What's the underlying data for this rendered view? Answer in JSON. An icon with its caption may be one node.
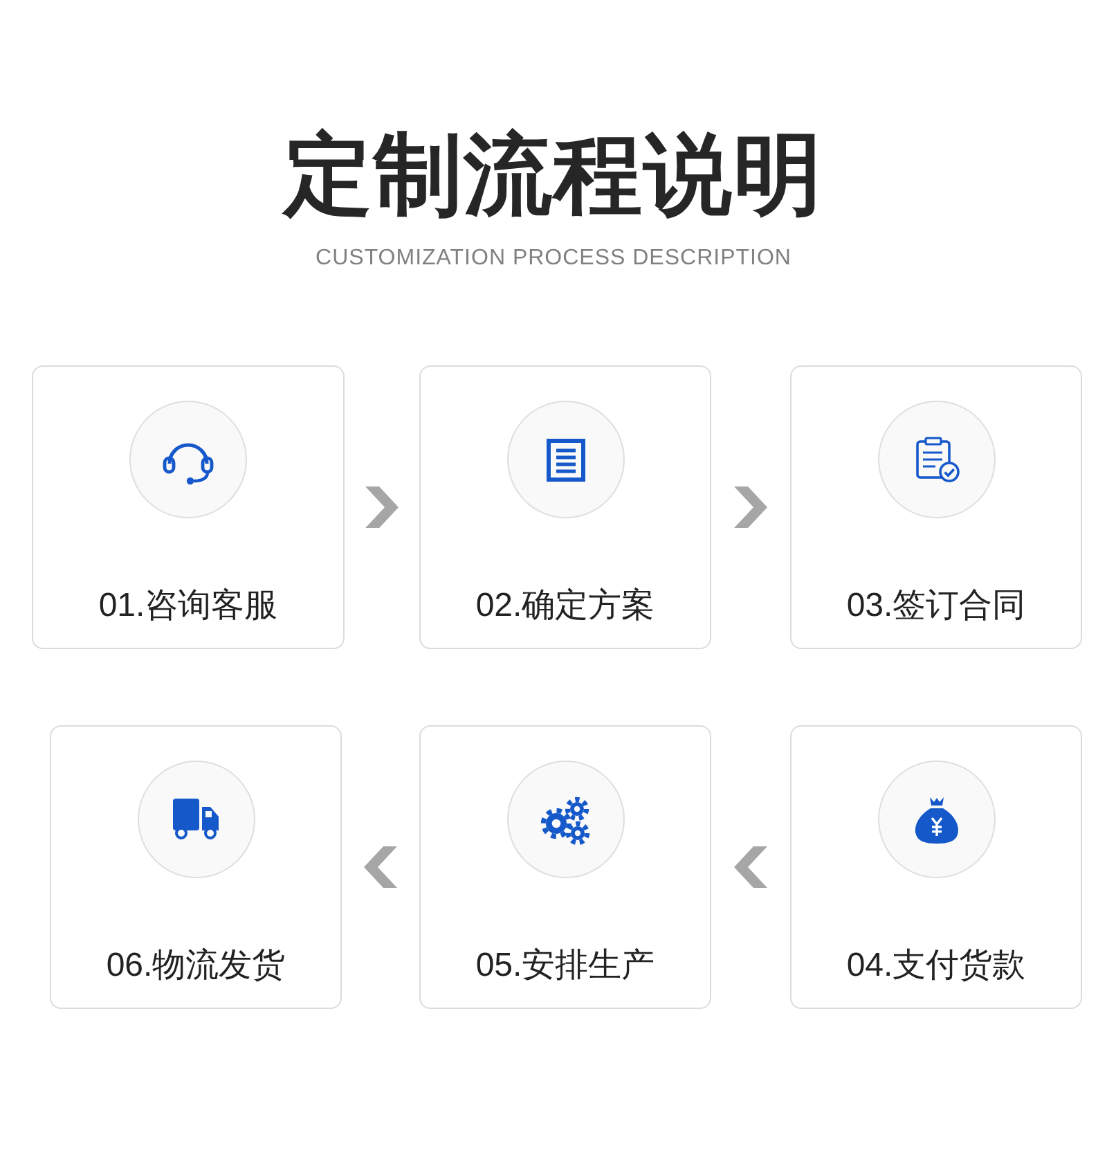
{
  "diagram": {
    "title": "定制流程说明",
    "nodes": [
      {
        "text": [
          "01.咨询客服"
        ]
      },
      {
        "text": [
          "02.确定方案"
        ]
      },
      {
        "text": [
          "03.签订合同"
        ]
      },
      {
        "text": [
          "06.物流发货"
        ]
      },
      {
        "text": [
          "05.安排生产"
        ]
      },
      {
        "text": [
          "04.支付货款"
        ]
      }
    ],
    "edges": [
      {
        "from": 0,
        "to": 1,
        "arrow": "to"
      },
      {
        "from": 1,
        "to": 2,
        "arrow": "to"
      },
      {
        "from": 5,
        "to": 4,
        "arrow": "to"
      },
      {
        "from": 4,
        "to": 3,
        "arrow": "to"
      }
    ],
    "labels": [
      "CUSTOMIZATION PROCESS DESCRIPTION"
    ]
  }
}
